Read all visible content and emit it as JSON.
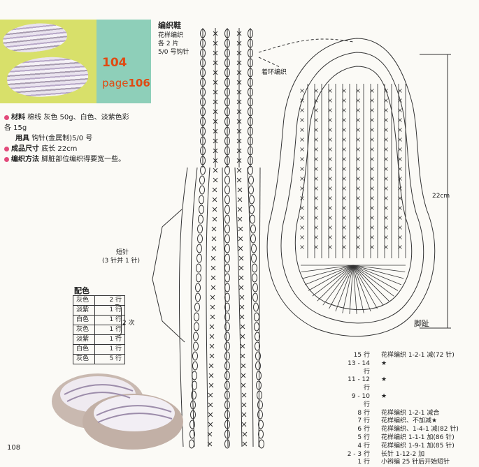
{
  "header": {
    "number": "104",
    "page_label": "page",
    "page_number": "106"
  },
  "materials": {
    "materials_key": "材料",
    "materials_text": "棉线 灰色 50g、白色、淡紫色彩",
    "materials_text2": "各 15g",
    "tools_key": "用具",
    "tools_text": "钩针(金属制)5/0 号",
    "size_key": "成品尺寸",
    "size_text": "底长 22cm",
    "method_key": "编织方法",
    "method_text": "脚脏部位编织得要宽一些。"
  },
  "diagram": {
    "title": "编织鞋",
    "line1": "花样编织",
    "line2": "各 2 片",
    "line3": "5/0 号钩针",
    "note_ring": "着环编织",
    "note_short_rows": "短针",
    "note_short_rows2": "(3 针并 1 针)",
    "dimension": "22cm",
    "toe_label": "脚趾"
  },
  "color_scheme": {
    "title": "配色",
    "rows": [
      {
        "color": "灰色",
        "rows": "2 行"
      },
      {
        "color": "淡紫",
        "rows": "1 行"
      },
      {
        "color": "白色",
        "rows": "1 行"
      },
      {
        "color": "灰色",
        "rows": "1 行"
      },
      {
        "color": "淡紫",
        "rows": "1 行"
      },
      {
        "color": "白色",
        "rows": "1 行"
      },
      {
        "color": "灰色",
        "rows": "5 行"
      }
    ],
    "repeat": "2 次"
  },
  "row_notes": [
    {
      "row": "15 行",
      "text": "花样编织 1-2-1 减(72 针)"
    },
    {
      "row": "13 - 14 行",
      "text": "★"
    },
    {
      "row": "11 - 12 行",
      "text": "★"
    },
    {
      "row": "9 - 10 行",
      "text": "★"
    },
    {
      "row": "8 行",
      "text": "花样编织 1-2-1 减合"
    },
    {
      "row": "7 行",
      "text": "花样编织、不加减★"
    },
    {
      "row": "6 行",
      "text": "花样编织、1-4-1 减(82 针)"
    },
    {
      "row": "5 行",
      "text": "花样编织 1-1-1 加(86 针)"
    },
    {
      "row": "4 行",
      "text": "花样编织 1-9-1 加(85 针)"
    },
    {
      "row": "2 - 3 行",
      "text": "长针 1-12-2 加"
    },
    {
      "row": "1 行",
      "text": "小辫编 25 针后开始短针"
    }
  ],
  "page_number": "108",
  "colors": {
    "accent": "#e04a12",
    "bullet": "#e24a7a",
    "panel": "#8ecfb9",
    "photo": "#d8e06a"
  }
}
